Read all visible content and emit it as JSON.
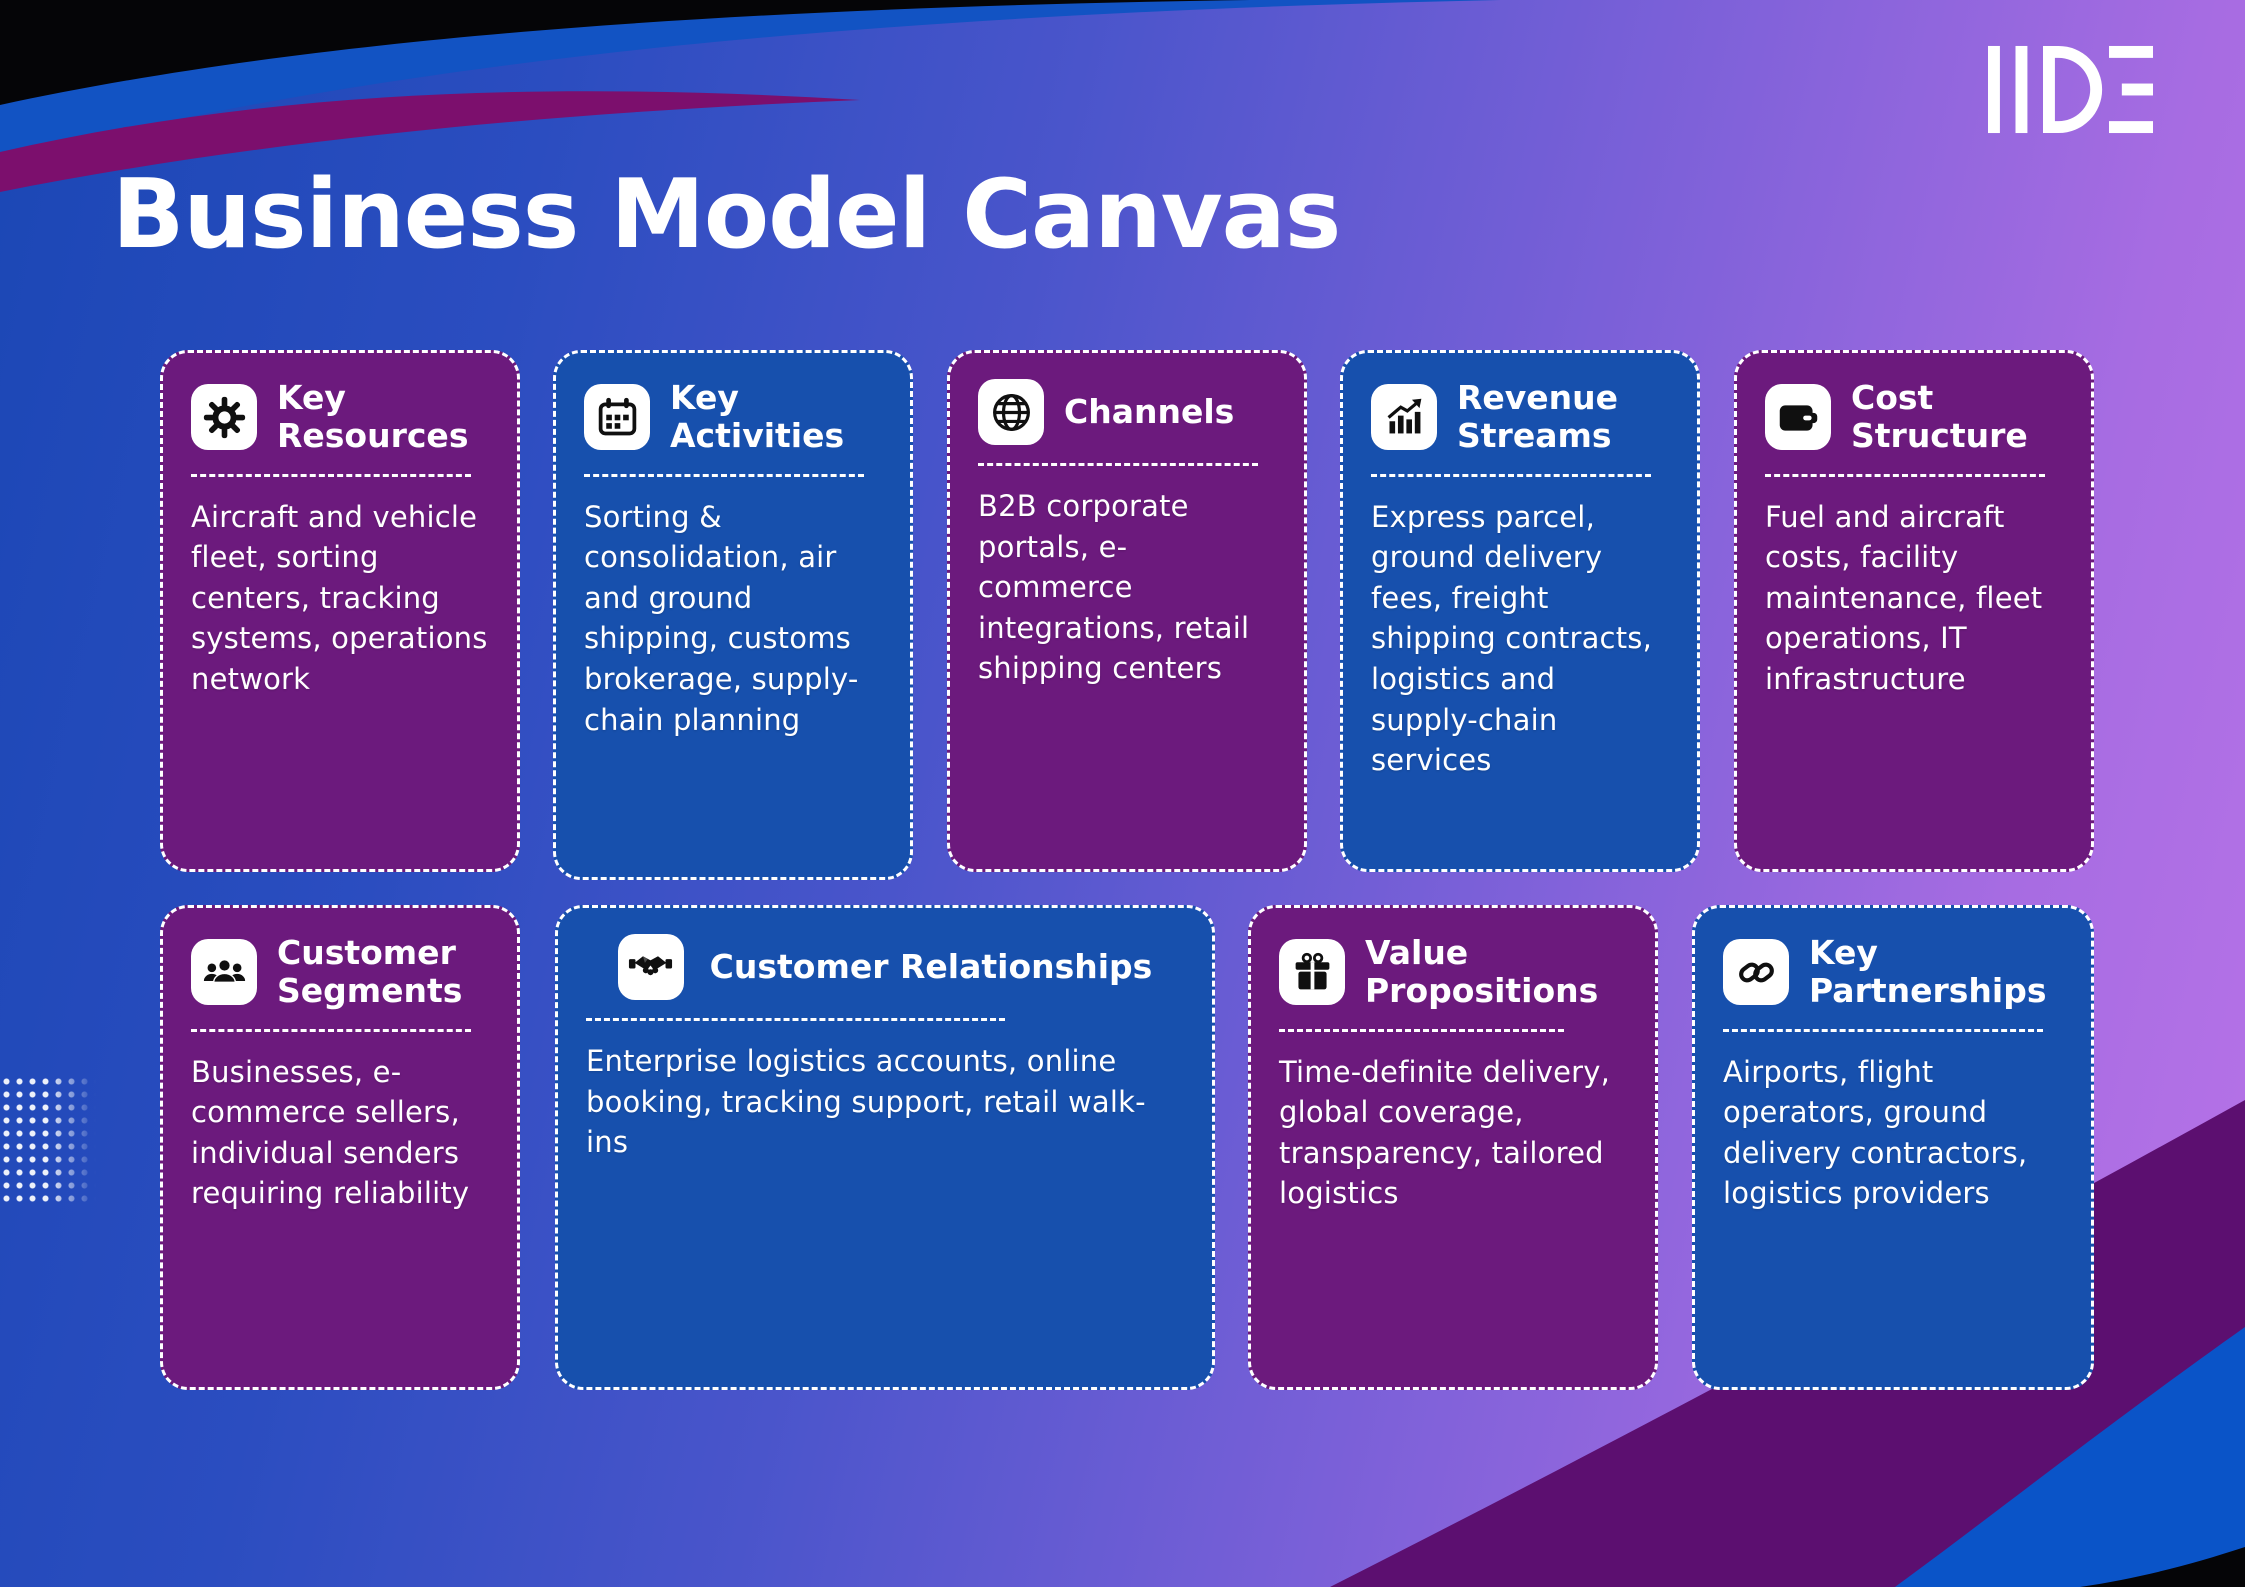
{
  "page": {
    "title": "Business Model Canvas",
    "brand": "IIDE-logo"
  },
  "colors": {
    "card_purple": "#6C1A7D",
    "card_blue": "#1750AD",
    "background_left": "#1B47B5",
    "background_right": "#B873E8",
    "wave_black": "#050507",
    "wave_blue": "#1253C3",
    "wave_magenta": "#7C0F6D",
    "wave_dark_purple": "#5C0F70",
    "text": "#FFFFFF"
  },
  "cards": [
    {
      "id": "key-resources",
      "icon": "gear-icon",
      "color": "purple",
      "title": "Key Resources",
      "body": "Aircraft and vehicle fleet, sorting centers, tracking systems, operations network"
    },
    {
      "id": "key-activities",
      "icon": "calendar-icon",
      "color": "blue",
      "title": "Key Activities",
      "body": "Sorting & consolidation, air and ground shipping, customs brokerage, supply-chain planning"
    },
    {
      "id": "channels",
      "icon": "globe-icon",
      "color": "purple",
      "title": "Channels",
      "body": "B2B corporate portals, e-commerce integrations, retail shipping centers"
    },
    {
      "id": "revenue-streams",
      "icon": "growth-chart-icon",
      "color": "blue",
      "title": "Revenue Streams",
      "body": "Express parcel, ground delivery fees, freight shipping contracts, logistics and supply-chain services"
    },
    {
      "id": "cost-structure",
      "icon": "wallet-icon",
      "color": "purple",
      "title": "Cost Structure",
      "body": "Fuel and aircraft costs, facility maintenance, fleet operations, IT infrastructure"
    },
    {
      "id": "customer-segments",
      "icon": "people-icon",
      "color": "purple",
      "title": "Customer Segments",
      "body": "Businesses, e-commerce sellers, individual senders requiring reliability"
    },
    {
      "id": "customer-relationships",
      "icon": "handshake-icon",
      "color": "blue",
      "title": "Customer Relationships",
      "body": "Enterprise logistics accounts, online booking, tracking support, retail walk-ins"
    },
    {
      "id": "value-propositions",
      "icon": "gift-icon",
      "color": "purple",
      "title": "Value Propositions",
      "body": "Time-definite delivery, global coverage, transparency, tailored logistics"
    },
    {
      "id": "key-partnerships",
      "icon": "link-icon",
      "color": "blue",
      "title": "Key Partnerships",
      "body": "Airports, flight operators, ground delivery contractors, logistics providers"
    }
  ]
}
